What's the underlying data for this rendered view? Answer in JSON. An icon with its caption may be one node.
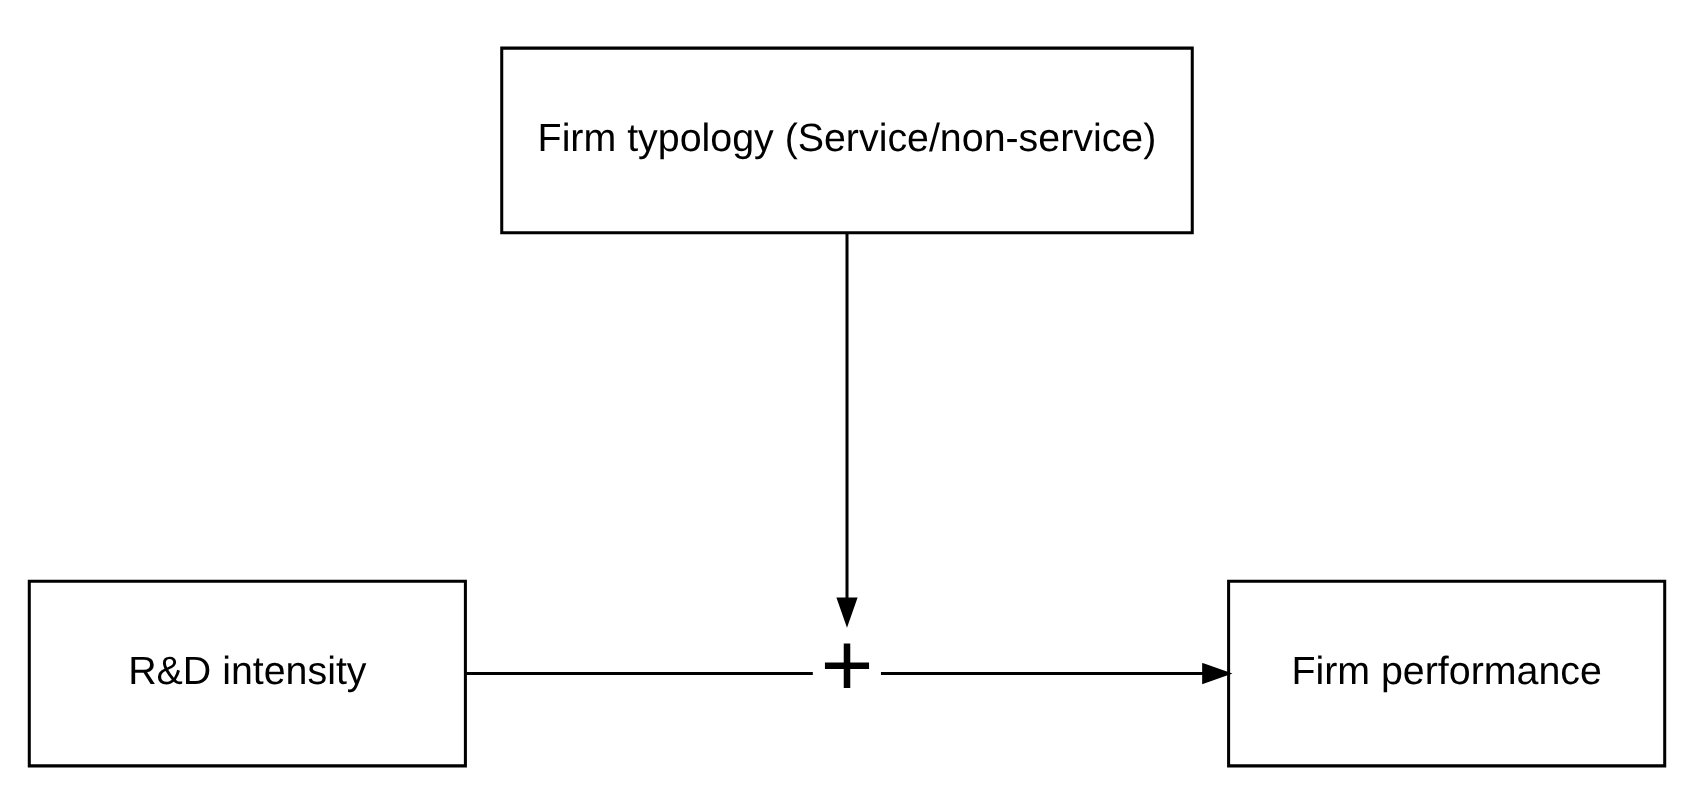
{
  "diagram": {
    "nodes": [
      {
        "text": [
          "Firm typology (Service/non-service)"
        ]
      },
      {
        "text": [
          "R&D intensity"
        ]
      },
      {
        "text": [
          "+"
        ]
      },
      {
        "text": [
          "Firm performance"
        ]
      }
    ],
    "edges": [
      {
        "from": 0,
        "to": 2,
        "arrow": "to"
      },
      {
        "from": 1,
        "to": 2,
        "arrow": "none"
      },
      {
        "from": 2,
        "to": 3,
        "arrow": "to"
      }
    ]
  }
}
